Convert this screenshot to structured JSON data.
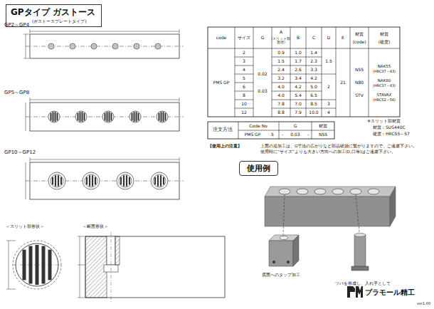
{
  "diagram": {
    "nodes": [
      {
        "text": [
          "GPタイプ ガストース",
          "(ガストースプレートタイプ)"
        ]
      },
      {
        "text": [
          "使用例"
        ]
      }
    ],
    "labels": [
      "GP2～GP4",
      "GP5～GP8",
      "GP10～GP12",
      "＜スリット部形状＞",
      "＜断面形状＞",
      "code",
      "サイズ",
      "G",
      "A",
      "(スリット部直径)",
      "B",
      "C",
      "D",
      "E",
      "材質",
      "(code)",
      "材質",
      "(硬度)",
      "PMS GP",
      "2",
      "3",
      "4",
      "5",
      "6",
      "8",
      "10",
      "12",
      "0.02",
      "0.03",
      "0.9",
      "1.5",
      "2.4",
      "3.2",
      "4.0",
      "4.0",
      "7.8",
      "8.8",
      "1.0",
      "1.7",
      "2.6",
      "3.4",
      "4.2",
      "5.4",
      "7.0",
      "7.9",
      "1.4",
      "2.3",
      "3.3",
      "4.2",
      "5.0",
      "6.5",
      "8.5",
      "10.0",
      "1.5",
      "2",
      "3",
      "4",
      "21",
      "N55",
      "N80",
      "STV",
      "NAK55",
      "(HRC37～43)",
      "NAK80",
      "(HRC37～43)",
      "STAVAX",
      "(HRC52～56)",
      "※スリット部材質",
      "材質：SUS440C",
      "硬度：HRC55～57",
      "注文方法",
      "Code No",
      "G",
      "材質",
      "PMS GP",
      "5",
      "-",
      "0.03",
      "-",
      "N55",
      "【使用上の注意】",
      "上面の追加工は、G寸法の広がりなど部品破損に繋がりますので、ご遠慮下さい。",
      "使用時に”サイズ”よりも大きい方向への加工(D,口等)はご遠慮下さい。",
      "底面へのタップ加工",
      "ツバを形成し、入れ子として",
      "プラモール精工",
      "ver1.00"
    ]
  }
}
